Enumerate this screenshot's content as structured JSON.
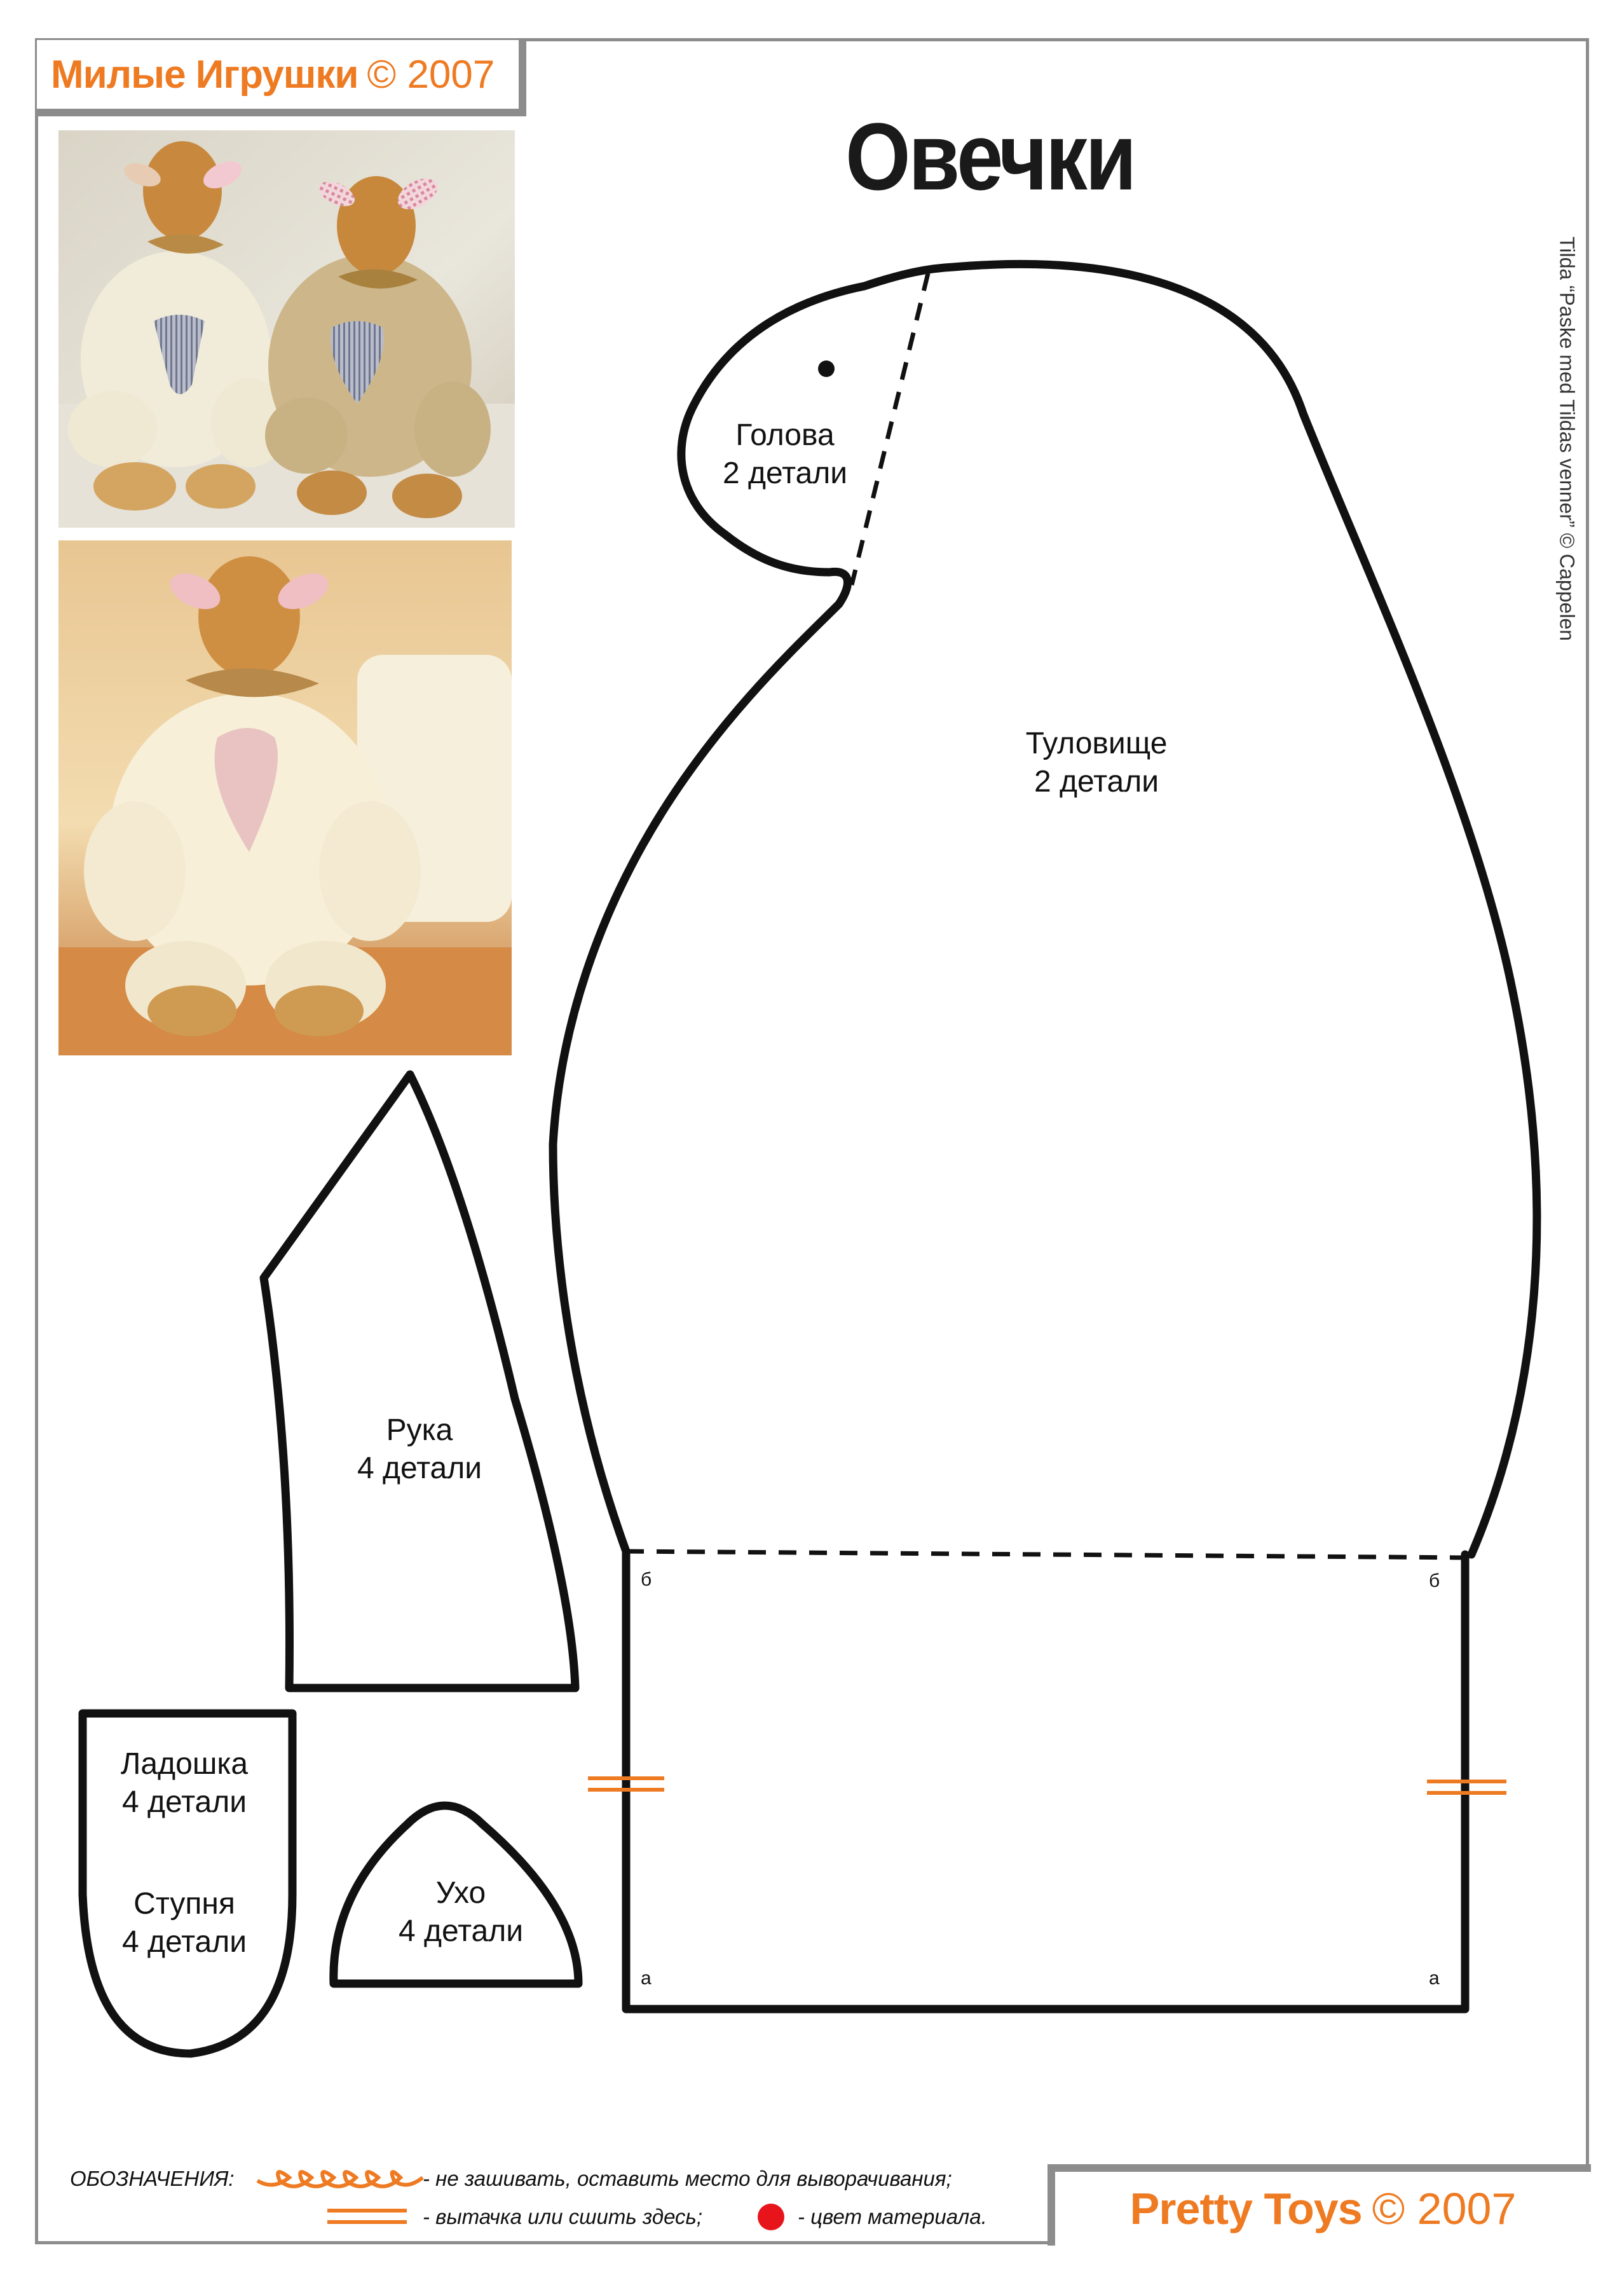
{
  "header": {
    "brand": "Милые Игрушки",
    "copyright": "© 2007"
  },
  "title": "Овечки",
  "credit": "Tilda “Paske med Tildas venner” © Cappelen",
  "photos": [
    {
      "name": "two-sheep-photo"
    },
    {
      "name": "single-sheep-photo"
    }
  ],
  "pieces": {
    "head": {
      "name": "Голова",
      "count": "2 детали"
    },
    "body": {
      "name": "Туловище",
      "count": "2 детали"
    },
    "arm": {
      "name": "Рука",
      "count": "4 детали"
    },
    "palm": {
      "name": "Ладошка",
      "count": "4 детали"
    },
    "foot": {
      "name": "Ступня",
      "count": "4 детали"
    },
    "ear": {
      "name": "Ухо",
      "count": "4 детали"
    }
  },
  "marks": {
    "b": "б",
    "a": "а"
  },
  "legend": {
    "label": "ОБОЗНАЧЕНИЯ:",
    "opening": "- не зашивать, оставить место  для выворачивания;",
    "dart": "- вытачка или сшить здесь;",
    "color": "- цвет материала.",
    "accent_color": "#ee7a22",
    "dot_color": "#e8141b"
  },
  "footer": {
    "brand": "Pretty Toys",
    "copyright": "© 2007"
  }
}
